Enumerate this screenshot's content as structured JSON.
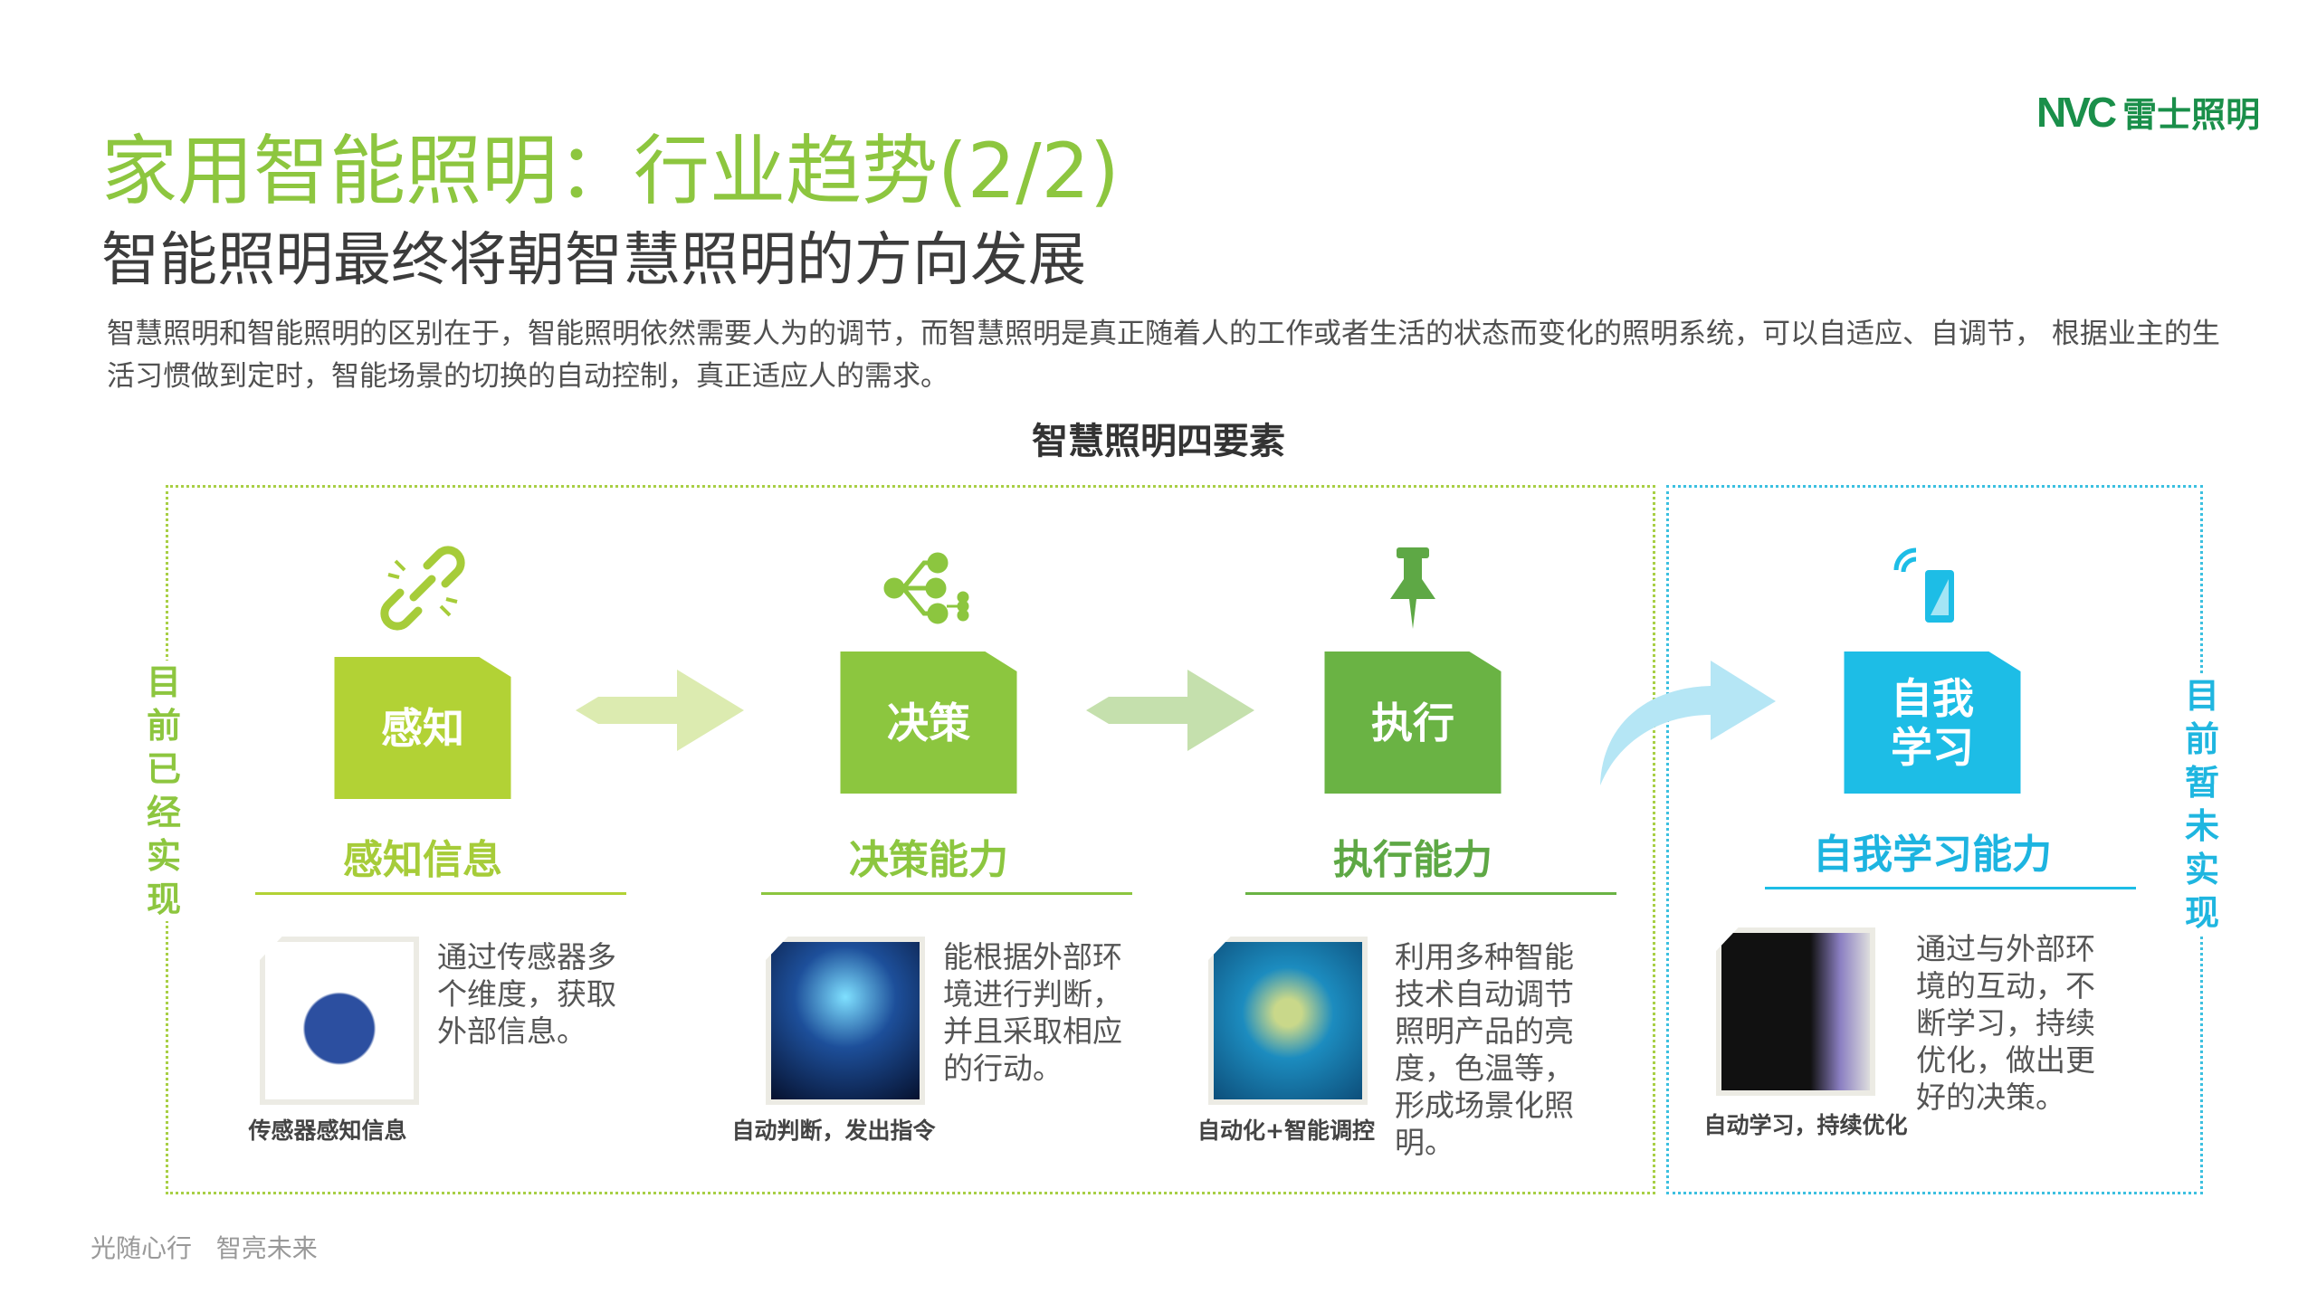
{
  "logo": {
    "mark": "NVC",
    "name": "雷士照明"
  },
  "title": "家用智能照明：行业趋势(2/2)",
  "subtitle": "智能照明最终将朝智慧照明的方向发展",
  "paragraph": "智慧照明和智能照明的区别在于，智能照明依然需要人为的调节，而智慧照明是真正随着人的工作或者生活的状态而变化的照明系统，可以自适应、自调节， 根据业主的生活习惯做到定时，智能场景的切换的自动控制，真正适应人的需求。",
  "heading": "智慧照明四要素",
  "left_label": "目前已经实现",
  "right_label": "目前暂未实现",
  "colors": {
    "perceive": "#b2d235",
    "decide": "#8cc63f",
    "execute": "#6ab344",
    "learn": "#1dbde6"
  },
  "elements": [
    {
      "tile": "感知",
      "title": "感知信息",
      "desc": "通过传感器多个维度，获取外部信息。",
      "caption": "传感器感知信息",
      "icon": "broken-link-icon"
    },
    {
      "tile": "决策",
      "title": "决策能力",
      "desc": "能根据外部环境进行判断，并且采取相应的行动。",
      "caption": "自动判断，发出指令",
      "icon": "branch-nodes-icon"
    },
    {
      "tile": "执行",
      "title": "执行能力",
      "desc": "利用多种智能技术自动调节照明产品的亮度，色温等，形成场景化照明。",
      "caption": "自动化+智能调控",
      "icon": "pushpin-icon"
    },
    {
      "tile": "自我\n学习",
      "title": "自我学习能力",
      "desc": "通过与外部环境的互动，不断学习，持续优化，做出更好的决策。",
      "caption": "自动学习，持续优化",
      "icon": "phone-wifi-icon"
    }
  ],
  "footer": "光随心行   智亮未来"
}
